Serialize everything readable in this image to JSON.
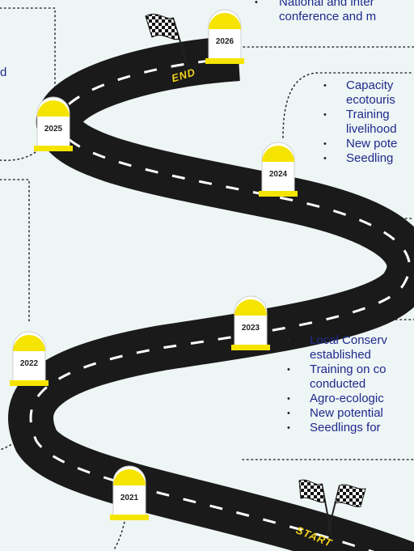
{
  "milestones": [
    {
      "year": "2026"
    },
    {
      "year": "2025"
    },
    {
      "year": "2024"
    },
    {
      "year": "2023"
    },
    {
      "year": "2022"
    },
    {
      "year": "2021"
    }
  ],
  "road_labels": {
    "end": "END",
    "start": "START"
  },
  "text_blocks": {
    "top_right": {
      "lines": [
        "National and inter",
        "conference and m"
      ]
    },
    "left_fragment": {
      "text": "d"
    },
    "block_2024": {
      "items": [
        [
          "Capacity",
          "ecotouris"
        ],
        [
          "Training",
          "livelihood"
        ],
        [
          "New pote"
        ],
        [
          "Seedling"
        ]
      ]
    },
    "block_2023": {
      "items": [
        [
          "Local Conserv",
          "established"
        ],
        [
          "Training on co",
          "conducted"
        ],
        [
          "Agro-ecologic"
        ],
        [
          "New potential"
        ],
        [
          "Seedlings for"
        ]
      ]
    }
  },
  "colors": {
    "background": "#eef5f5",
    "road": "#1a1a1a",
    "road_marking": "#ffffff",
    "milestone_cap": "#f5e400",
    "milestone_body": "#ffffff",
    "label_accent": "#f2d31b",
    "text": "#1e2a8c",
    "dotted_line": "#333333"
  },
  "icons": [
    "checkered-flag-icon",
    "milestone-stone-icon",
    "bullet-icon"
  ]
}
